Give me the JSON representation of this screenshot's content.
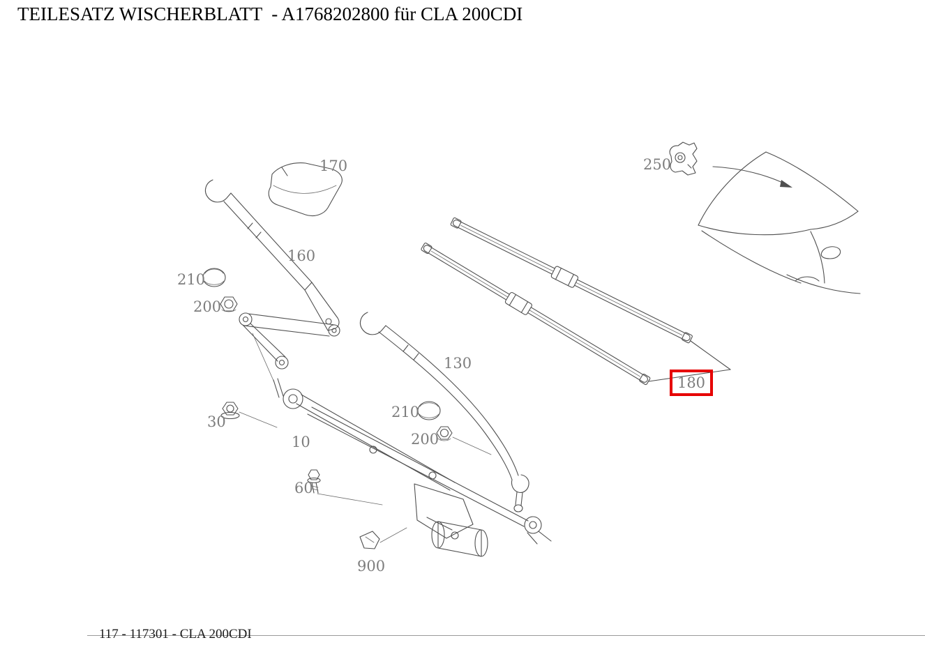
{
  "page": {
    "title": "TEILESATZ WISCHERBLATT  - A1768202800 für CLA 200CDI",
    "footer": "117 - 117301 - CLA 200CDI"
  },
  "diagram": {
    "highlight_color": "#e60000",
    "label_color": "#7d7d7d",
    "labels": {
      "cap": "170",
      "arm_driver": "160",
      "cover_cap_a": "210",
      "nut_a": "200",
      "arm_passenger": "130",
      "cover_cap_b": "210",
      "nut_b": "200",
      "spacer_nut": "30",
      "linkage": "10",
      "screw": "60",
      "bracket": "900",
      "cap_crank": "250",
      "blade_set": "180"
    }
  }
}
